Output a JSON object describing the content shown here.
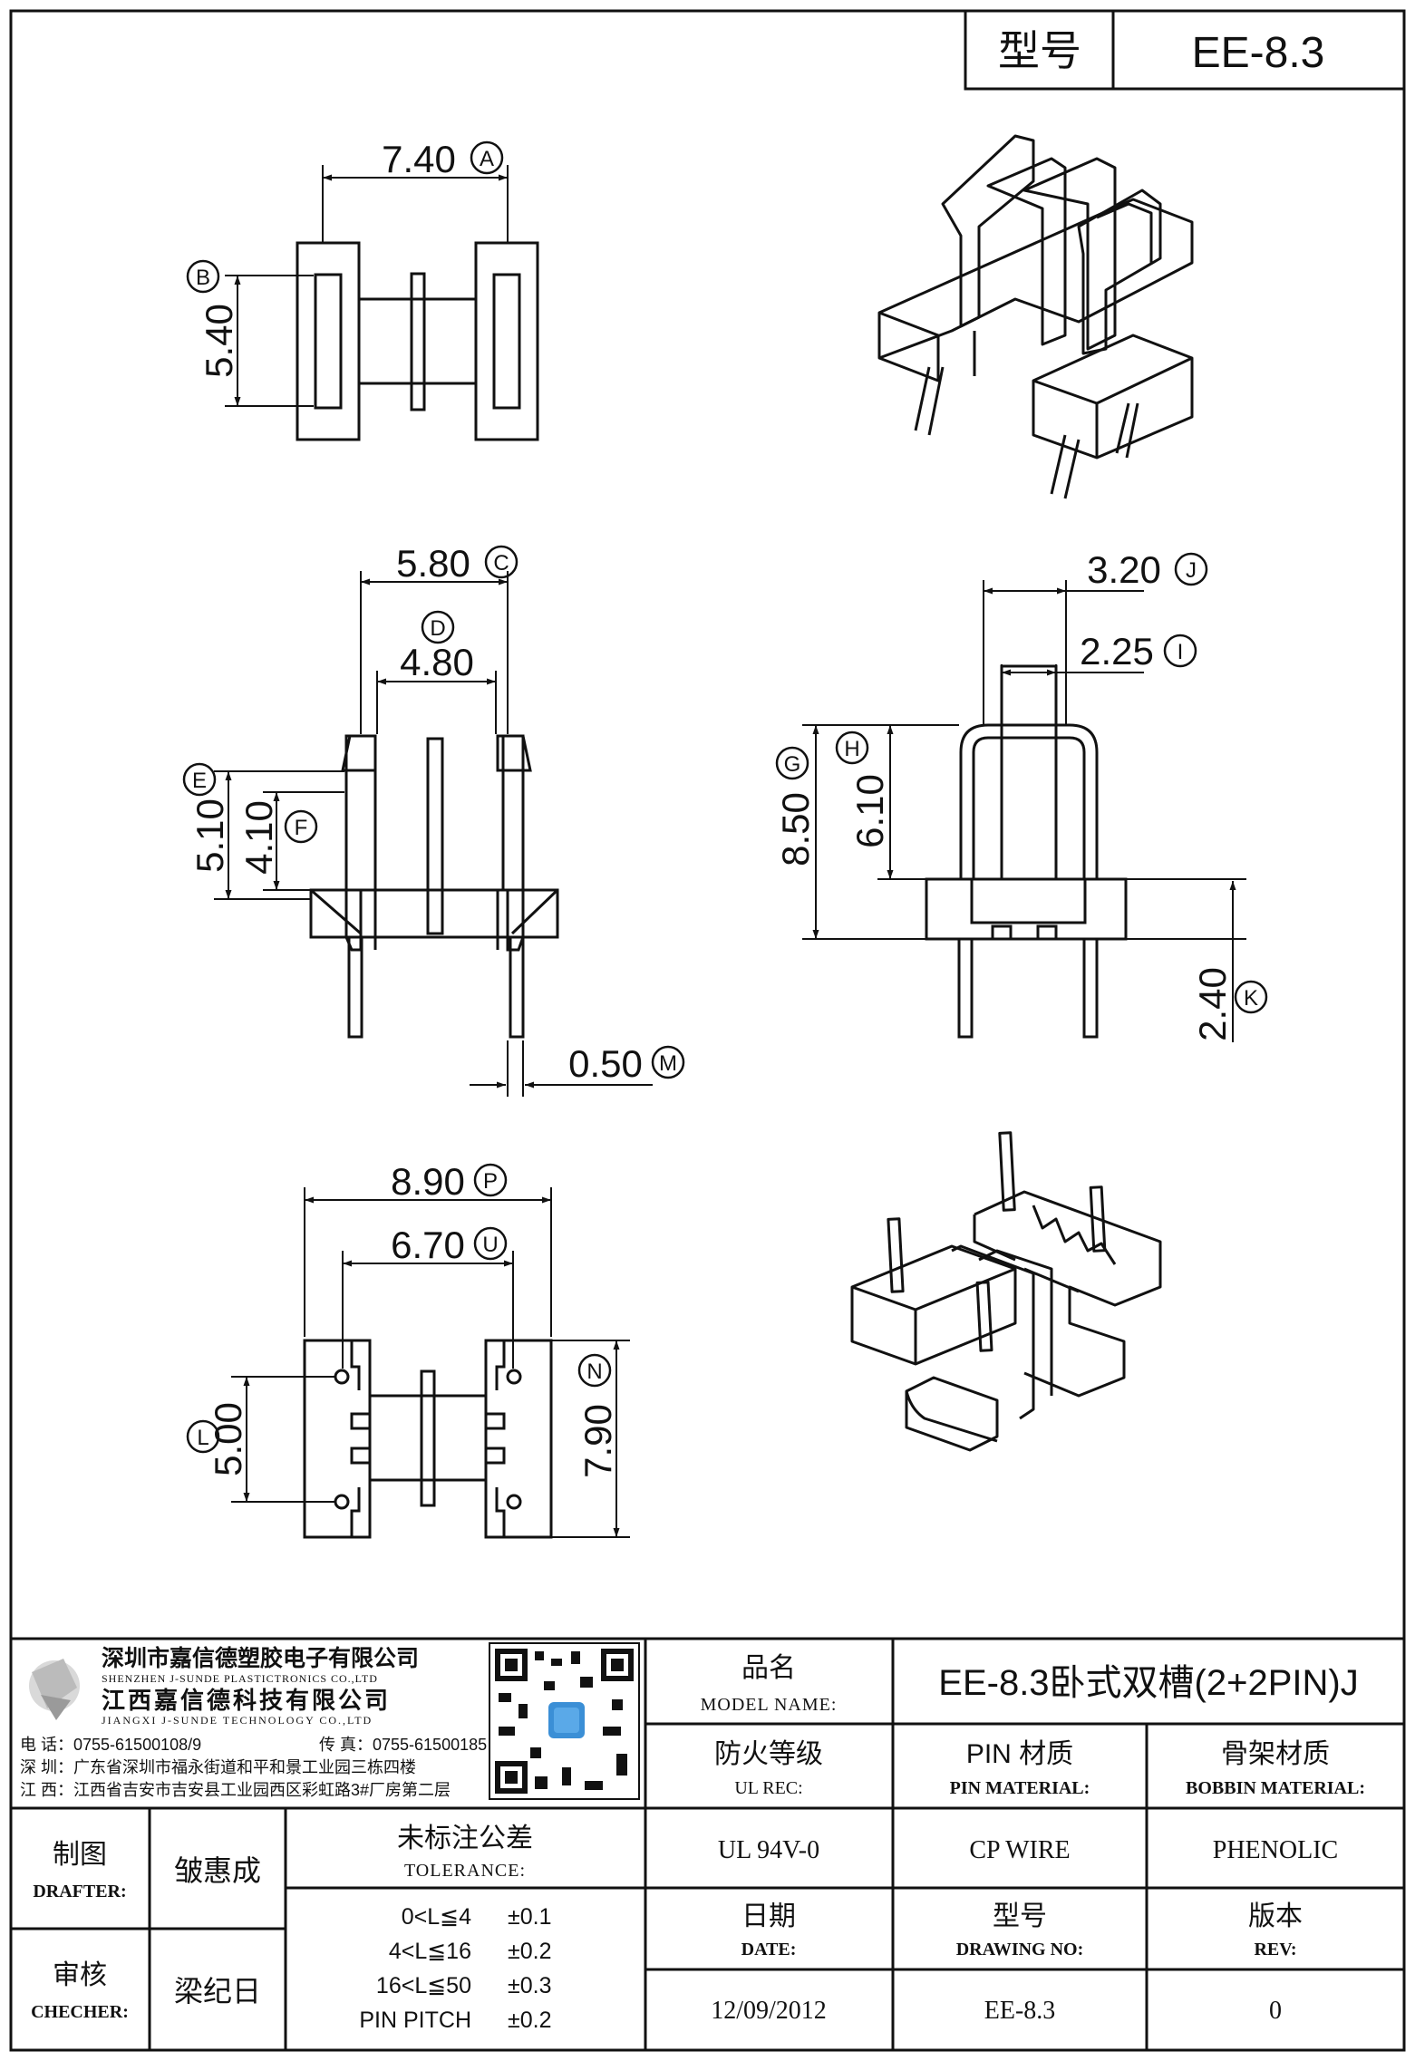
{
  "header": {
    "model_label": "型号",
    "model_value": "EE-8.3"
  },
  "dimensions": {
    "A": {
      "value": "7.40",
      "letter": "A"
    },
    "B": {
      "value": "5.40",
      "letter": "B"
    },
    "C": {
      "value": "5.80",
      "letter": "C"
    },
    "D": {
      "value": "4.80",
      "letter": "D"
    },
    "E": {
      "value": "5.10",
      "letter": "E"
    },
    "F": {
      "value": "4.10",
      "letter": "F"
    },
    "G": {
      "value": "8.50",
      "letter": "G"
    },
    "H": {
      "value": "6.10",
      "letter": "H"
    },
    "I": {
      "value": "2.25",
      "letter": "I"
    },
    "J": {
      "value": "3.20",
      "letter": "J"
    },
    "K": {
      "value": "2.40",
      "letter": "K"
    },
    "M": {
      "value": "0.50",
      "letter": "M"
    },
    "P": {
      "value": "8.90",
      "letter": "P"
    },
    "U": {
      "value": "6.70",
      "letter": "U"
    },
    "L": {
      "value": "5.00",
      "letter": "L"
    },
    "N": {
      "value": "7.90",
      "letter": "N"
    }
  },
  "company": {
    "name_sz": "深圳市嘉信德塑胶电子有限公司",
    "name_sz_en": "SHENZHEN J-SUNDE PLASTICTRONICS CO.,LTD",
    "name_jx": "江西嘉信德科技有限公司",
    "name_jx_en": "JIANGXI J-SUNDE TECHNOLOGY CO.,LTD",
    "phone": "电 话：0755-61500108/9",
    "fax": "传 真：0755-61500185",
    "addr_sz": "深 圳：广东省深圳市福永街道和平和景工业园三栋四楼",
    "addr_jx": "江 西：江西省吉安市吉安县工业园西区彩虹路3#厂房第二层"
  },
  "title_block": {
    "product_name_label": "品名",
    "product_name_label_en": "MODEL NAME:",
    "product_name": "EE-8.3卧式双槽(2+2PIN)J",
    "ul_label": "防火等级",
    "ul_label_en": "UL REC:",
    "pin_label": "PIN 材质",
    "pin_label_en": "PIN MATERIAL:",
    "bobbin_label": "骨架材质",
    "bobbin_label_en": "BOBBIN MATERIAL:",
    "ul_value": "UL 94V-0",
    "pin_value": "CP WIRE",
    "bobbin_value": "PHENOLIC",
    "drafter_label": "制图",
    "drafter_label_en": "DRAFTER:",
    "drafter": "皱惠成",
    "checker_label": "审核",
    "checker_label_en": "CHECHER:",
    "checker": "梁纪日",
    "tolerance_label": "未标注公差",
    "tolerance_label_en": "TOLERANCE:",
    "tolerances": [
      {
        "range": "0<L≦4",
        "tol": "±0.1"
      },
      {
        "range": "4<L≦16",
        "tol": "±0.2"
      },
      {
        "range": "16<L≦50",
        "tol": "±0.3"
      },
      {
        "range": "PIN PITCH",
        "tol": "±0.2"
      }
    ],
    "date_label": "日期",
    "date_label_en": "DATE:",
    "date_value": "12/09/2012",
    "drawing_no_label": "型号",
    "drawing_no_label_en": "DRAWING NO:",
    "drawing_no": "EE-8.3",
    "rev_label": "版本",
    "rev_label_en": "REV:",
    "rev_value": "0"
  }
}
